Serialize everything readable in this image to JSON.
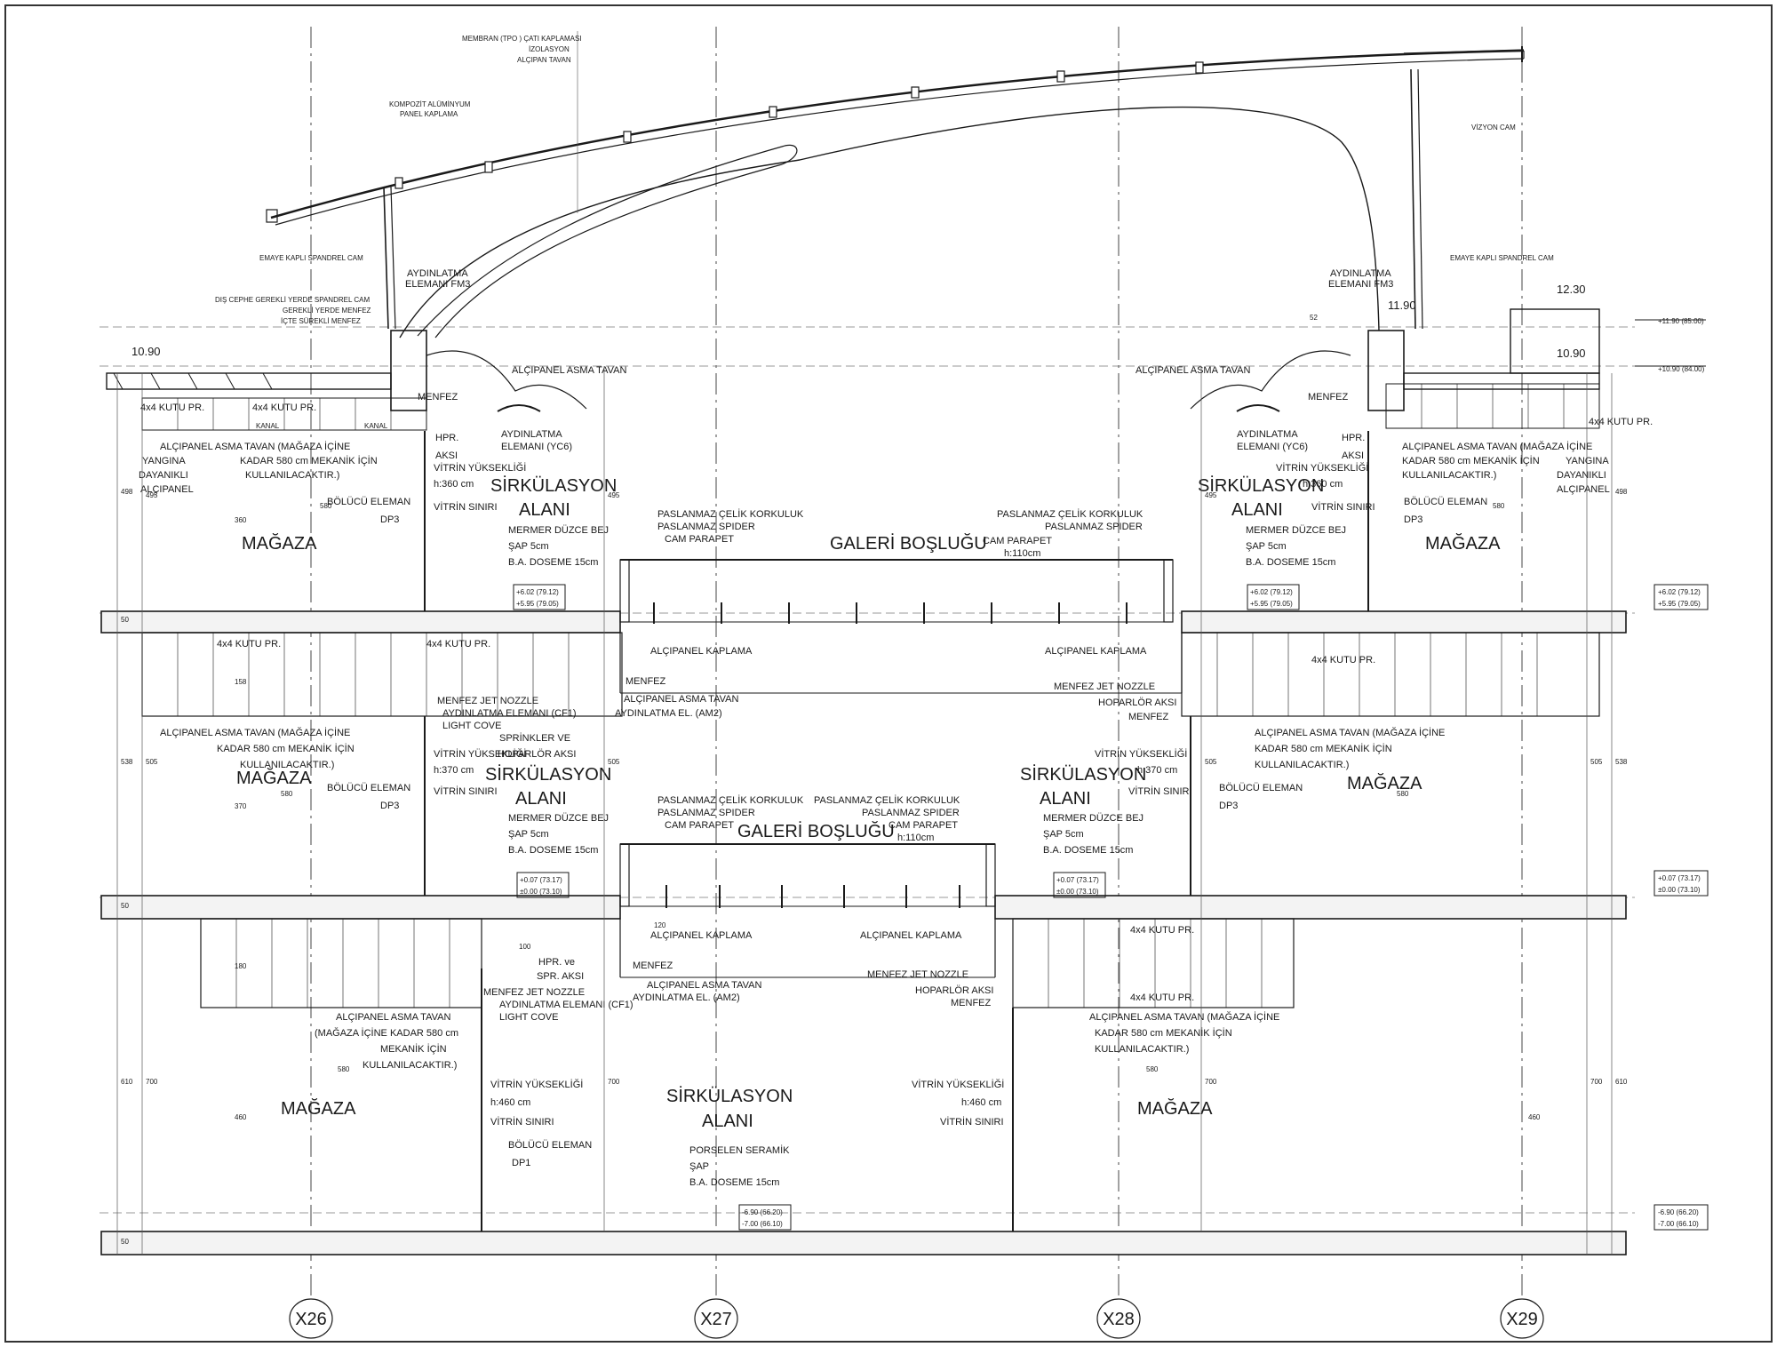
{
  "roof_labels": {
    "membrane_lines": [
      "MEMBRAN (TPO ) ÇATI KAPLAMASI",
      "İZOLASYON",
      "ALÇIPAN TAVAN"
    ],
    "composite_lines": [
      "KOMPOZİT ALÜMİNYUM",
      "PANEL KAPLAMA"
    ],
    "vision_glass": "VİZYON CAM",
    "spandrel_left": "EMAYE KAPLI SPANDREL CAM",
    "spandrel_right": "EMAYE KAPLI SPANDREL CAM",
    "facade_lines": [
      "DIŞ CEPHE GEREKLİ YERDE SPANDREL CAM",
      "GEREKLİ YERDE MENFEZ",
      "İÇTE SÜREKLİ MENFEZ"
    ],
    "light_fm3_lines": [
      "AYDINLATMA",
      "ELEMANI FM3"
    ]
  },
  "levels": {
    "top_left": "10.90",
    "top_right_a": "12.30",
    "top_right_b": "10.90",
    "mid_roof": "11.90",
    "right_tags": [
      [
        "+11.90 (85.00)"
      ],
      [
        "+10.90 (84.00)"
      ],
      [
        "+6.02 (79.12)",
        "+5.95 (79.05)"
      ],
      [
        "+0.07 (73.17)",
        "±0.00 (73.10)"
      ],
      [
        "-6.90 (66.20)",
        "-7.00 (66.10)"
      ]
    ],
    "floor2_tag": [
      "+6.02 (79.12)",
      "+5.95 (79.05)"
    ],
    "floor1_tag": [
      "+0.07 (73.17)",
      "±0.00 (73.10)"
    ],
    "floor0_tag": [
      "-6.90 (66.20)",
      "-7.00 (66.10)"
    ]
  },
  "common": {
    "ceiling": "ALÇIPANEL ASMA TAVAN",
    "vent": "MENFEZ",
    "box_profile": "4x4 KUTU PR.",
    "channel": "KANAL",
    "light_yc6": [
      "AYDINLATMA",
      "ELEMANI (YC6)"
    ],
    "hpr_axis": [
      "HPR.",
      "AKSI"
    ],
    "storefront_height": "VİTRİN YÜKSEKLİĞİ",
    "storefront_limit": "VİTRİN SINIRI",
    "divider": "BÖLÜCÜ ELEMAN",
    "dp3": "DP3",
    "dp1": "DP1",
    "fire_panel": [
      "YANGINA",
      "DAYANIKLI",
      "ALÇIPANEL"
    ],
    "shop_ceiling_lines": [
      "ALÇIPANEL ASMA TAVAN (MAĞAZA İÇİNE",
      "KADAR 580 cm MEKANİK İÇİN",
      "KULLANILACAKTIR.)"
    ],
    "shop_ceiling_lines_b": [
      "ALÇIPANEL ASMA TAVAN",
      "(MAĞAZA İÇİNE KADAR 580 cm",
      "MEKANİK İÇİN",
      "KULLANILACAKTIR.)"
    ],
    "floor_build": [
      "MERMER DÜZCE BEJ",
      "ŞAP 5cm",
      "B.A. DOSEME 15cm"
    ],
    "floor_build_ground": [
      "PORSELEN SERAMİK",
      "ŞAP",
      "B.A. DOSEME 15cm"
    ],
    "railing": [
      "PASLANMAZ ÇELİK KORKULUK",
      "PASLANMAZ SPIDER",
      "CAM PARAPET",
      "h:110cm"
    ],
    "gypsum_cladding": "ALÇIPANEL KAPLAMA",
    "jet_nozzle": "MENFEZ JET NOZZLE",
    "light_cf1": "AYDINLATMA ELEMANI (CF1)",
    "light_cove": "LIGHT COVE",
    "sprinkler": [
      "SPRİNKLER VE",
      "HOPARLÖR AKSI"
    ],
    "light_am2": "AYDINLATMA EL. (AM2)",
    "speaker_axis": "HOPARLÖR AKSI",
    "hpr_spr": [
      "HPR. ve",
      "SPR. AKSI"
    ],
    "h360": "h:360 cm",
    "h370": "h:370 cm",
    "h460": "h:460 cm"
  },
  "rooms": {
    "shop": "MAĞAZA",
    "circulation": [
      "SİRKÜLASYON",
      "ALANI"
    ],
    "gallery_void": "GALERİ BOŞLUĞU"
  },
  "dimensions": {
    "d580": "580",
    "d360": "360",
    "d370": "370",
    "d460": "460",
    "d495": "495",
    "d505": "505",
    "d700": "700",
    "d610": "610",
    "d50": "50",
    "d158": "158",
    "d180": "180",
    "d120": "120",
    "d100": "100",
    "d498": "498",
    "d538": "538",
    "d52": "52"
  },
  "grid_axes": [
    "X26",
    "X27",
    "X28",
    "X29"
  ]
}
